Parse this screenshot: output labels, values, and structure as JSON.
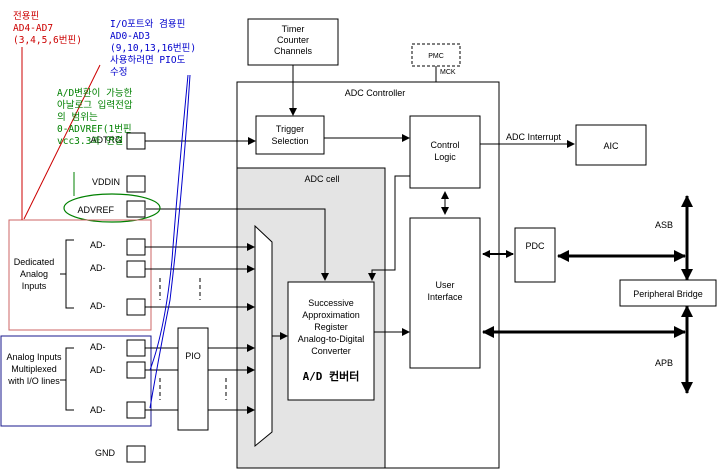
{
  "blocks": {
    "timer": [
      "Timer",
      "Counter",
      "Channels"
    ],
    "pmc": "PMC",
    "mck": "MCK",
    "adc_controller": "ADC Controller",
    "trigger": [
      "Trigger",
      "Selection"
    ],
    "control": [
      "Control",
      "Logic"
    ],
    "adc_interrupt": "ADC Interrupt",
    "aic": "AIC",
    "adc_cell": "ADC cell",
    "pdc": "PDC",
    "user_interface": [
      "User",
      "Interface"
    ],
    "sar": [
      "Successive",
      "Approximation",
      "Register",
      "Analog-to-Digital",
      "Converter"
    ],
    "sar_korean": "A/D 컨버터",
    "pio": "PIO",
    "asb": "ASB",
    "apb": "APB",
    "peripheral_bridge": "Peripheral Bridge"
  },
  "pins": {
    "adtrg": "ADTRG",
    "vddin": "VDDIN",
    "advref": "ADVREF",
    "ad": "AD-",
    "gnd": "GND"
  },
  "groups": {
    "dedicated": [
      "Dedicated",
      "Analog",
      "Inputs"
    ],
    "multiplexed": [
      "Analog Inputs",
      "Multiplexed",
      "with I/O lines"
    ]
  },
  "annotations": {
    "red": [
      "전용핀",
      "AD4-AD7",
      "(3,4,5,6번핀)"
    ],
    "blue": [
      "I/O포트와 겸용핀",
      "AD0-AD3",
      "(9,10,13,16번핀)",
      "사용하려면 PIO도",
      "수정"
    ],
    "green": [
      "A/D변환이 가능한",
      "아날로그 입력전압",
      "의 범위는",
      "0-ADVREF(1번핀",
      "vcc3.3과 연결"
    ]
  },
  "colors": {
    "red": "#cc0000",
    "blue": "#0000cc",
    "green": "#008000",
    "adc_cell_fill": "#e4e4e4",
    "line": "#000000"
  }
}
